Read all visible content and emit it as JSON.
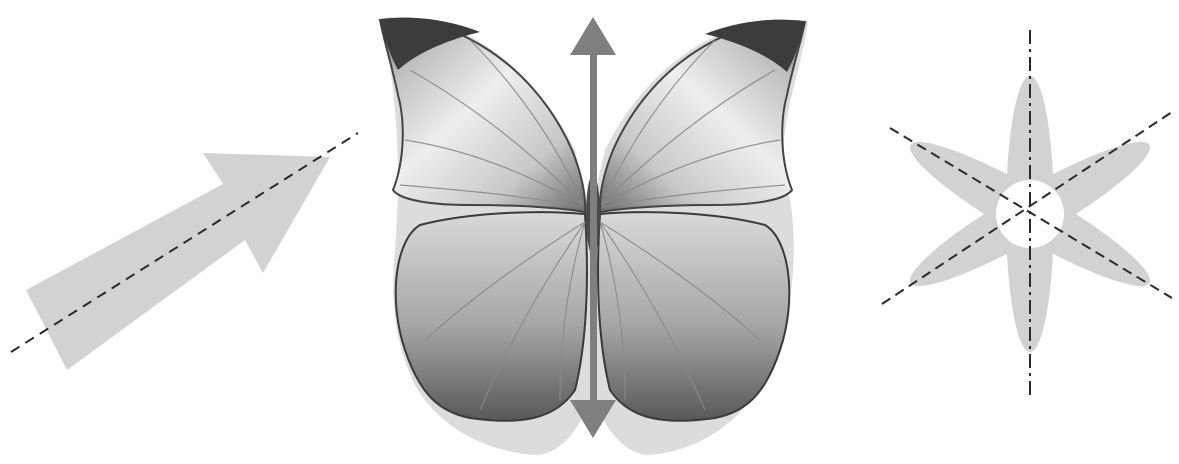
{
  "figure": {
    "panels": [
      {
        "id": "arrow-panel",
        "symmetry": "single-axis",
        "icon": "arrow-icon"
      },
      {
        "id": "butterfly-panel",
        "symmetry": "bilateral-vertical",
        "icon": "butterfly-icon"
      },
      {
        "id": "flower-panel",
        "symmetry": "radial",
        "icon": "flower-icon"
      }
    ],
    "colors": {
      "shape_fill": "#d2d2d2",
      "axis_line": "#2a2a2a",
      "butterfly_arrow": "#7f7f7f",
      "wing_light": "#eeeeee",
      "wing_mid": "#a9a9a9",
      "wing_dark": "#3f3f3f",
      "wing_shadow": "#d6d6d6",
      "background": "#ffffff"
    }
  }
}
